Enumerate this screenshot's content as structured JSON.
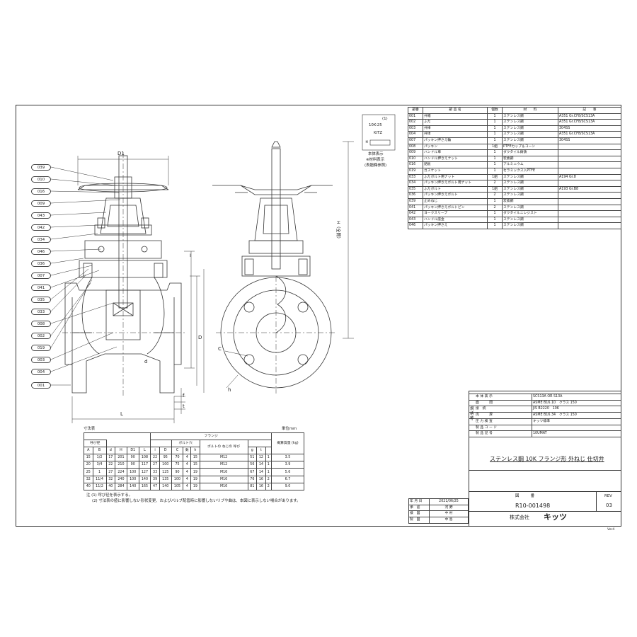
{
  "callouts": [
    "039",
    "010",
    "016",
    "009",
    "043",
    "042",
    "034",
    "046",
    "036",
    "007",
    "041",
    "035",
    "033",
    "008",
    "002",
    "019",
    "003",
    "004",
    "001"
  ],
  "parts_table": {
    "headers": [
      "部番",
      "部 品 名",
      "個数",
      "材　　料",
      "記　　事"
    ],
    "rows": [
      {
        "no": "001",
        "name": "弁箱",
        "qty": "1",
        "material": "ステンレス鋼",
        "note": "A351 Gr.CF8/SCS13A"
      },
      {
        "no": "002",
        "name": "ふた",
        "qty": "1",
        "material": "ステンレス鋼",
        "note": "A351 Gr.CF8/SCS13A"
      },
      {
        "no": "003",
        "name": "弁棒",
        "qty": "1",
        "material": "ステンレス鋼",
        "note": "304SS"
      },
      {
        "no": "004",
        "name": "弁体",
        "qty": "1",
        "material": "ステンレス鋼",
        "note": "A351 Gr.CF8/SCS13A"
      },
      {
        "no": "007",
        "name": "パッキン押さえ輪",
        "qty": "1",
        "material": "ステンレス鋼",
        "note": "304SS"
      },
      {
        "no": "008",
        "name": "パッキン",
        "qty": "1組",
        "material": "PTFEカップ＆コーン",
        "note": ""
      },
      {
        "no": "009",
        "name": "ハンドル車",
        "qty": "1",
        "material": "ダクタイル鋳鉄",
        "note": ""
      },
      {
        "no": "010",
        "name": "ハンドル押さえナット",
        "qty": "1",
        "material": "炭素鋼",
        "note": ""
      },
      {
        "no": "016",
        "name": "銘板",
        "qty": "1",
        "material": "アルミニウム",
        "note": ""
      },
      {
        "no": "019",
        "name": "ガスケット",
        "qty": "1",
        "material": "セラミックス入PTFE",
        "note": ""
      },
      {
        "no": "033",
        "name": "ふたボルト用ナット",
        "qty": "1組",
        "material": "ステンレス鋼",
        "note": "A194 Gr.8"
      },
      {
        "no": "034",
        "name": "パッキン押さえボルト用ナット",
        "qty": "2",
        "material": "ステンレス鋼",
        "note": ""
      },
      {
        "no": "035",
        "name": "ふたボルト",
        "qty": "1組",
        "material": "ステンレス鋼",
        "note": "A193 Gr.B8"
      },
      {
        "no": "036",
        "name": "パッキン押さえボルト",
        "qty": "2",
        "material": "ステンレス鋼",
        "note": ""
      },
      {
        "no": "039",
        "name": "止めねじ",
        "qty": "1",
        "material": "炭素鋼",
        "note": ""
      },
      {
        "no": "041",
        "name": "パッキン押さえボルトピン",
        "qty": "2",
        "material": "ステンレス鋼",
        "note": ""
      },
      {
        "no": "042",
        "name": "ヨークスリーブ",
        "qty": "1",
        "material": "ダクタイルニレジスト",
        "note": ""
      },
      {
        "no": "043",
        "name": "ハンドル座金",
        "qty": "1",
        "material": "ステンレス鋼",
        "note": ""
      },
      {
        "no": "046",
        "name": "パッキン押さえ",
        "qty": "1",
        "material": "ステンレス鋼",
        "note": ""
      }
    ]
  },
  "stamp": {
    "line1": "(1)",
    "line2": "10K-25",
    "line3": "KITZ",
    "line4": "※",
    "caption1": "本体表示",
    "caption2": "※材料表示",
    "caption3": "(表題欄参照)"
  },
  "dim_labels": {
    "d1": "D1",
    "h": "H（全開）",
    "l": "L",
    "c": "C",
    "h_small": "h",
    "d": "D",
    "i": "i",
    "f": "f",
    "t": "t",
    "dd": "d"
  },
  "dim_table": {
    "title": "寸法表",
    "unit": "単位mm",
    "group_nominal": "呼び径",
    "group_flange": "フランジ",
    "group_bolt_hole": "ボルト穴",
    "col_bolt": "ボルトの ねじの 呼び",
    "col_mass": "概算質量 (kg)",
    "cols": [
      "A",
      "B",
      "d",
      "H",
      "D1",
      "L",
      "i",
      "D",
      "C",
      "数",
      "h",
      "",
      "g",
      "t",
      ""
    ],
    "rows": [
      [
        "15",
        "1/2",
        "17",
        "201",
        "90",
        "108",
        "22",
        "95",
        "70",
        "4",
        "15",
        "M12",
        "51",
        "12",
        "1",
        "3.5"
      ],
      [
        "20",
        "3/4",
        "22",
        "210",
        "90",
        "117",
        "27",
        "100",
        "75",
        "4",
        "15",
        "M12",
        "56",
        "14",
        "1",
        "3.9"
      ],
      [
        "25",
        "1",
        "27",
        "224",
        "100",
        "127",
        "33",
        "125",
        "90",
        "4",
        "19",
        "M16",
        "67",
        "14",
        "1",
        "5.6"
      ],
      [
        "32",
        "11/4",
        "32",
        "240",
        "100",
        "140",
        "39",
        "135",
        "100",
        "4",
        "19",
        "M16",
        "76",
        "16",
        "2",
        "6.7"
      ],
      [
        "40",
        "11/2",
        "40",
        "284",
        "140",
        "165",
        "47",
        "140",
        "105",
        "4",
        "19",
        "M16",
        "81",
        "16",
        "2",
        "9.0"
      ]
    ],
    "notes": [
      "注 (1) 呼び径を表示する。",
      "(2) 寸法表の値に影響しない形状変更、およびバルブ配管時に影響しないリブや曲は、本図に表示しない場合があります。"
    ]
  },
  "spec_table": [
    {
      "label": "本 体 表 示",
      "value": "SCS13A OR S13A"
    },
    {
      "label": "面　　　間",
      "value": "ASME B16.10　クラス 150"
    },
    {
      "label": "接　続",
      "value": "JIS B2220　10K"
    },
    {
      "label": "肉　　　厚",
      "value": "ASME B16.34　クラス 150"
    },
    {
      "label": "圧 力 検 査",
      "value": "キッツ標準"
    },
    {
      "label": "製 品 コ ー ド",
      "value": ""
    },
    {
      "label": "製 品 記 号",
      "value": "10UMAT"
    }
  ],
  "spec_side_label": "規格等",
  "title": "ステンレス鋼 10K フランジ形 外ねじ 仕切弁",
  "drawing_no_label": "図　　　番",
  "drawing_no": "R10-001498",
  "rev_label": "REV",
  "rev": "03",
  "approvals": [
    {
      "role": "年 月 日",
      "value": "2021/06/25"
    },
    {
      "role": "承　認",
      "value": "河 野"
    },
    {
      "role": "検　図",
      "value": "中 村"
    },
    {
      "role": "製　図",
      "value": "中 島"
    }
  ],
  "company_prefix": "株式会社",
  "company": "キッツ",
  "version": "Ver4"
}
